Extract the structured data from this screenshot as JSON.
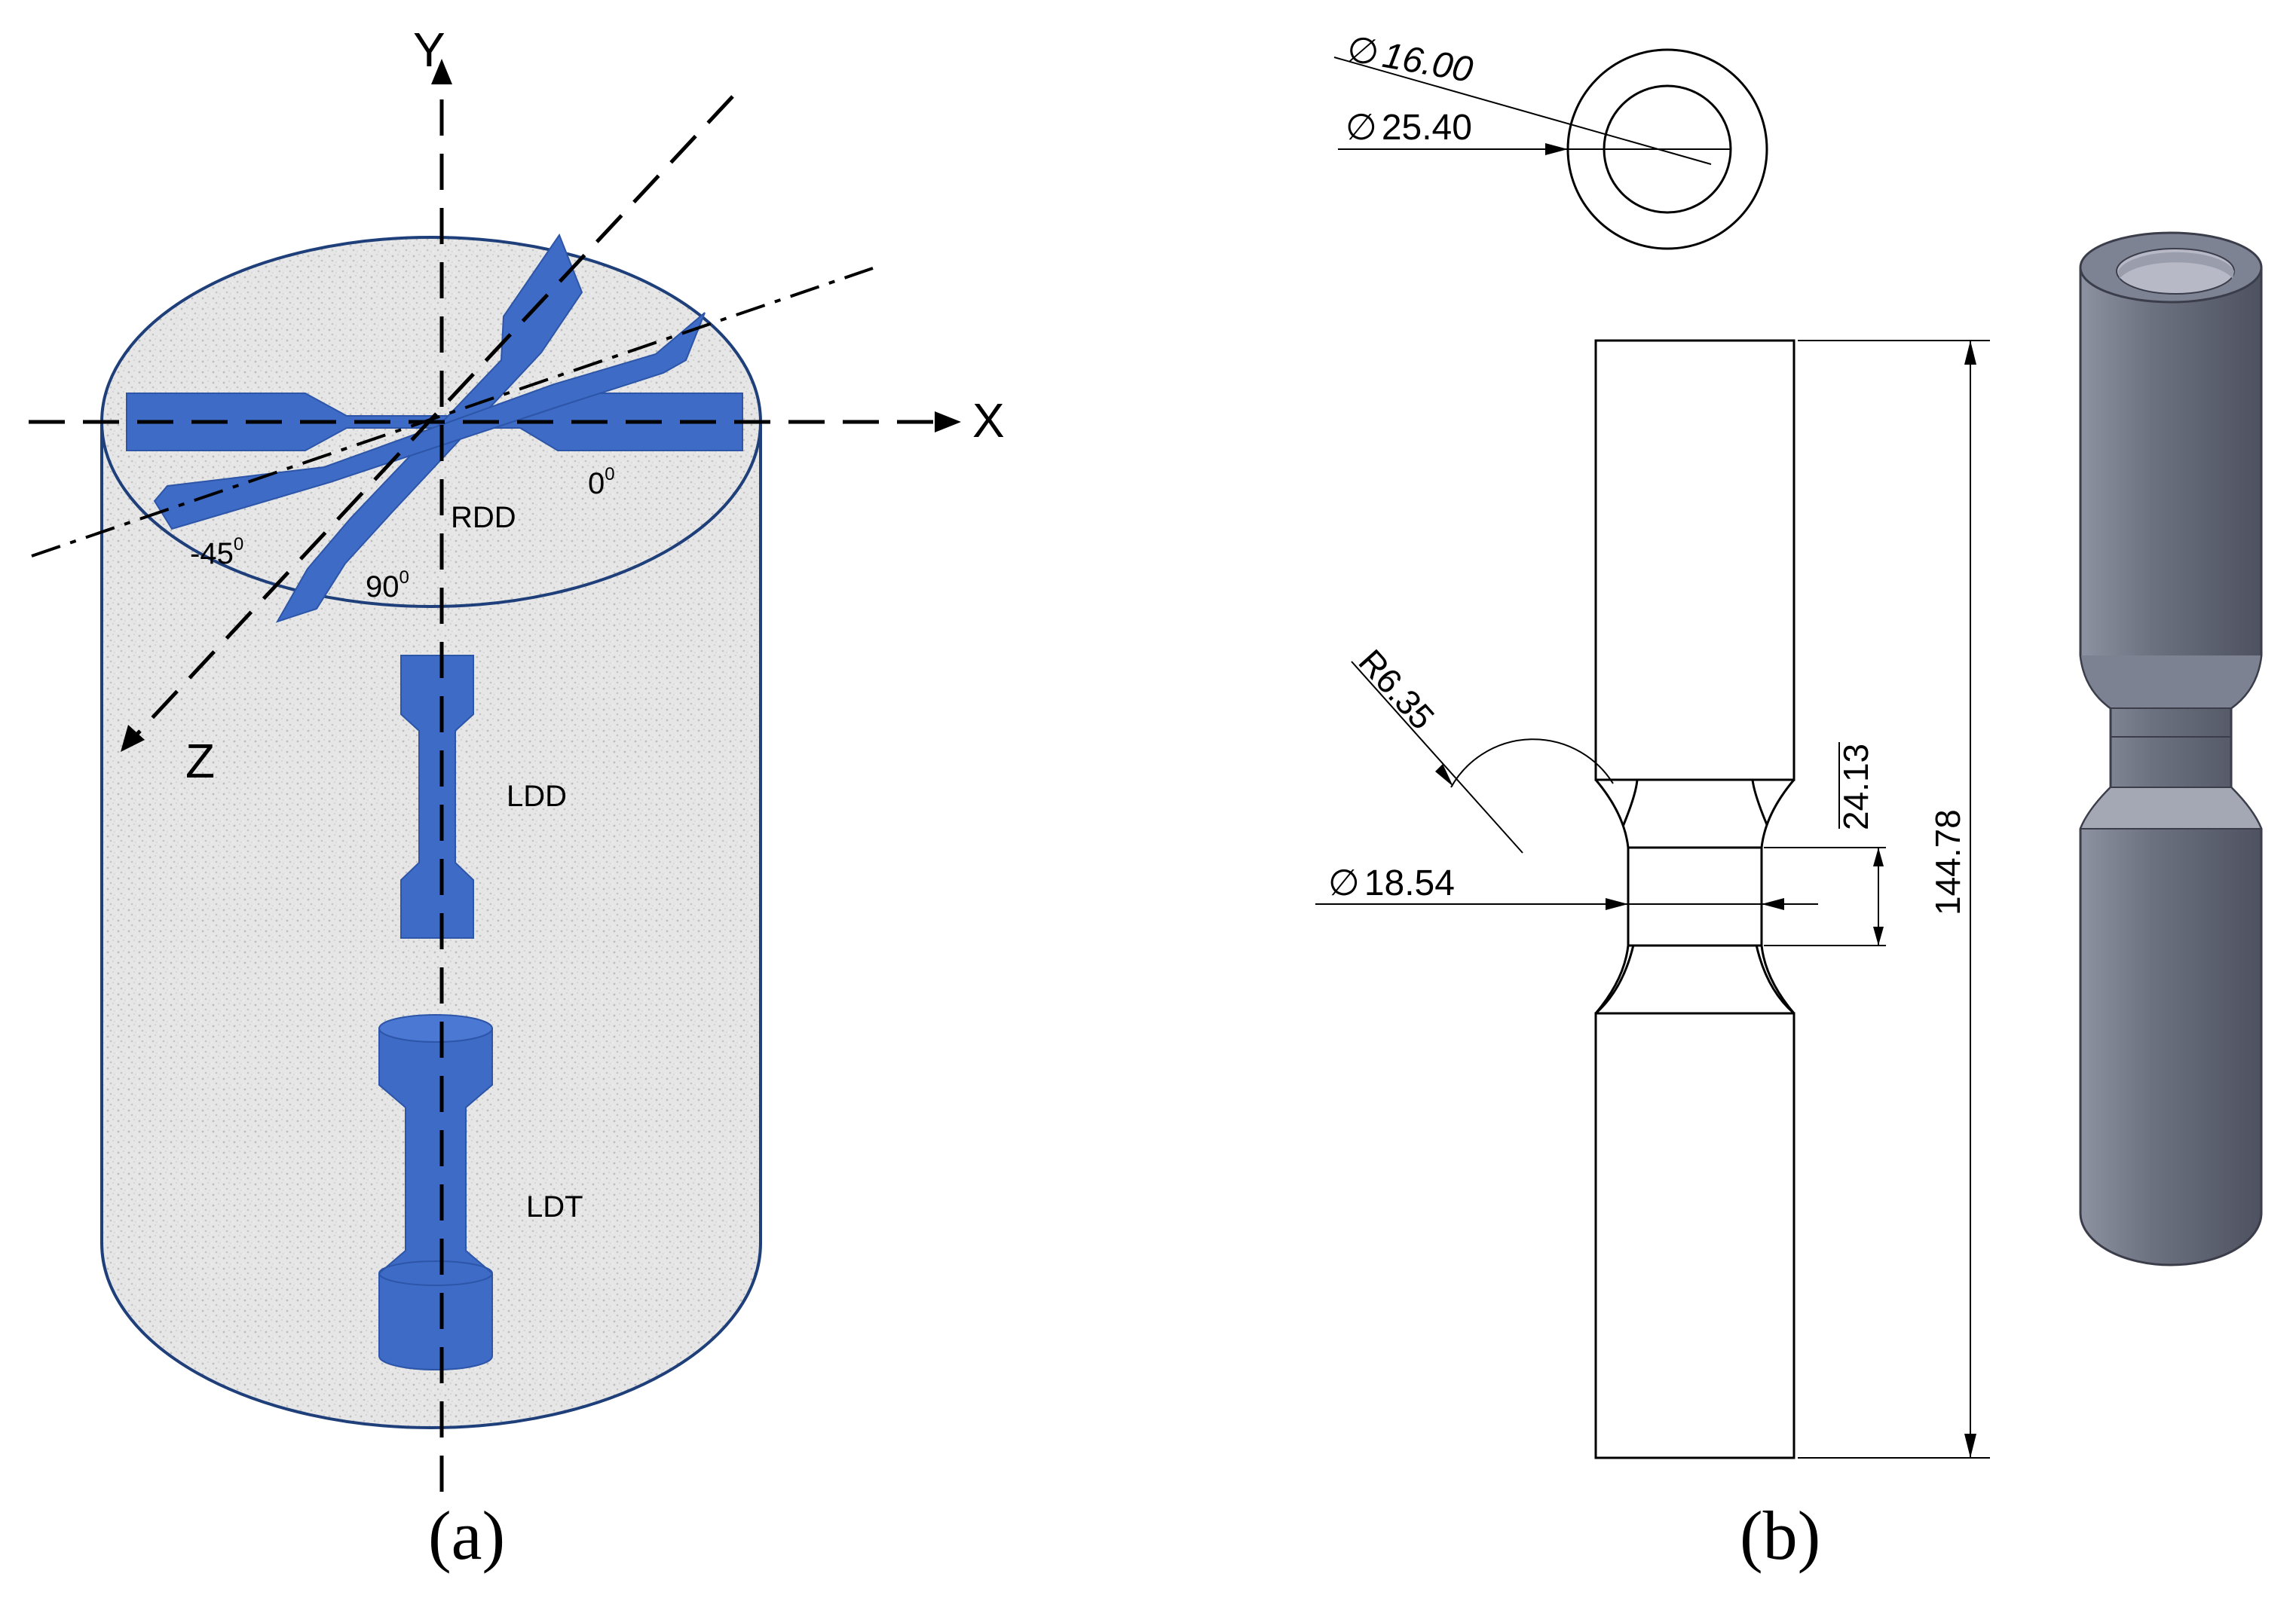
{
  "panel_a": {
    "caption": "(a)",
    "axes": {
      "x": "X",
      "y": "Y",
      "z": "Z"
    },
    "orientation_labels": {
      "zero_deg": "0",
      "ninety_deg": "90",
      "minus_45_deg": "-45",
      "degree_mark": "0"
    },
    "specimen_labels": {
      "rdd": "RDD",
      "ldd": "LDD",
      "ldt": "LDT"
    },
    "colors": {
      "specimen": "#3D6BC6",
      "cylinder_outline": "#1F3F7A",
      "cylinder_fill": "#E4E4E4"
    }
  },
  "panel_b": {
    "caption": "(b)",
    "dimensions": {
      "inner_diameter": "16.00",
      "outer_diameter": "25.40",
      "gauge_diameter": "18.54",
      "fillet_radius": "R6.35",
      "gauge_length": "24.13",
      "total_length": "144.78"
    },
    "diameter_symbol": "∅",
    "colors": {
      "model_dark": "#5E6270",
      "model_mid": "#8A8F9E",
      "model_light": "#B9BCC8"
    }
  }
}
